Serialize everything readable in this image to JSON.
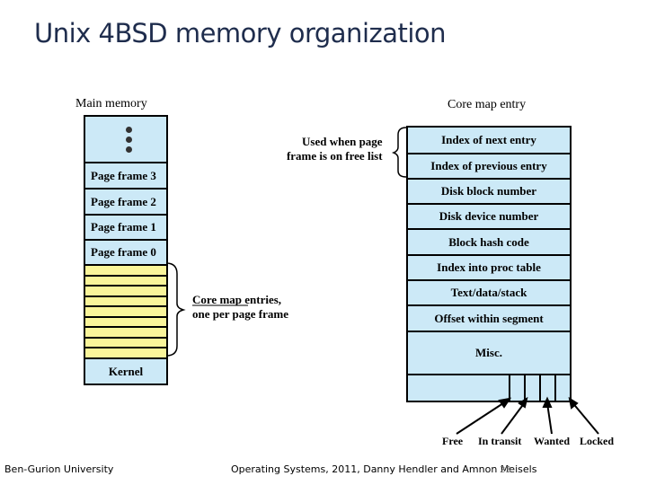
{
  "slide": {
    "title": "Unix 4BSD memory organization"
  },
  "main_memory": {
    "heading": "Main memory",
    "frames": [
      "Page frame 3",
      "Page frame 2",
      "Page frame 1",
      "Page frame 0"
    ],
    "core_map_stripe_count": 9,
    "kernel_label": "Kernel"
  },
  "core_map_entry": {
    "heading": "Core map entry",
    "fields": [
      "Index of next entry",
      "Index of previous entry",
      "Disk block number",
      "Disk device number",
      "Block hash code",
      "Index into proc table",
      "Text/data/stack",
      "Offset within segment",
      "Misc."
    ],
    "flags": [
      "Free",
      "In transit",
      "Wanted",
      "Locked"
    ]
  },
  "annotations": {
    "free_list_note_line1": "Used when page",
    "free_list_note_line2": "frame is on free list",
    "core_map_note_line1": "Core map entries,",
    "core_map_note_line2": "one per page frame"
  },
  "colors": {
    "frame_fill": "#cce9f7",
    "core_map_stripe_fill": "#faf59a",
    "title_color": "#1f2d4d"
  },
  "footer": {
    "left": "Ben-Gurion University",
    "center": "Operating Systems, 2011, Danny Hendler and Amnon Meisels",
    "page_number": "23"
  }
}
